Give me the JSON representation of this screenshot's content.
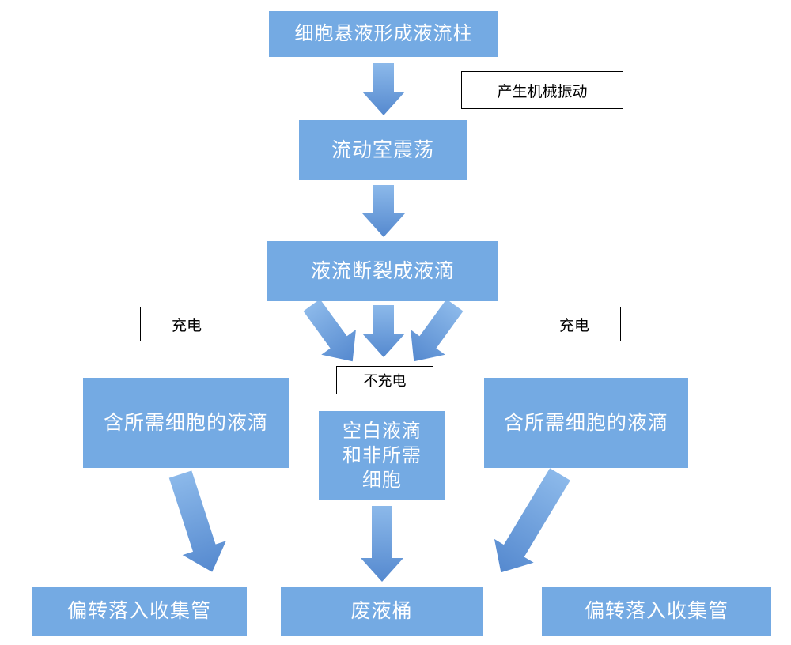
{
  "colors": {
    "node_fill": "#74AAE3",
    "node_text": "#FFFFFF",
    "label_bg": "#FFFFFF",
    "label_border": "#000000",
    "label_text": "#000000",
    "arrow_gradient_start": "#8CB9EA",
    "arrow_gradient_end": "#5589CF"
  },
  "nodes": {
    "top": "细胞悬液形成液流柱",
    "flow_chamber": "流动室震荡",
    "break_droplets": "液流断裂成液滴",
    "left_droplet": "含所需细胞的液滴",
    "mid_droplet": "空白液滴\n和非所需\n细胞",
    "right_droplet": "含所需细胞的液滴",
    "left_collect": "偏转落入收集管",
    "waste": "废液桶",
    "right_collect": "偏转落入收集管"
  },
  "labels": {
    "vibration": "产生机械振动",
    "charge_left": "充电",
    "charge_right": "充电",
    "no_charge": "不充电"
  }
}
